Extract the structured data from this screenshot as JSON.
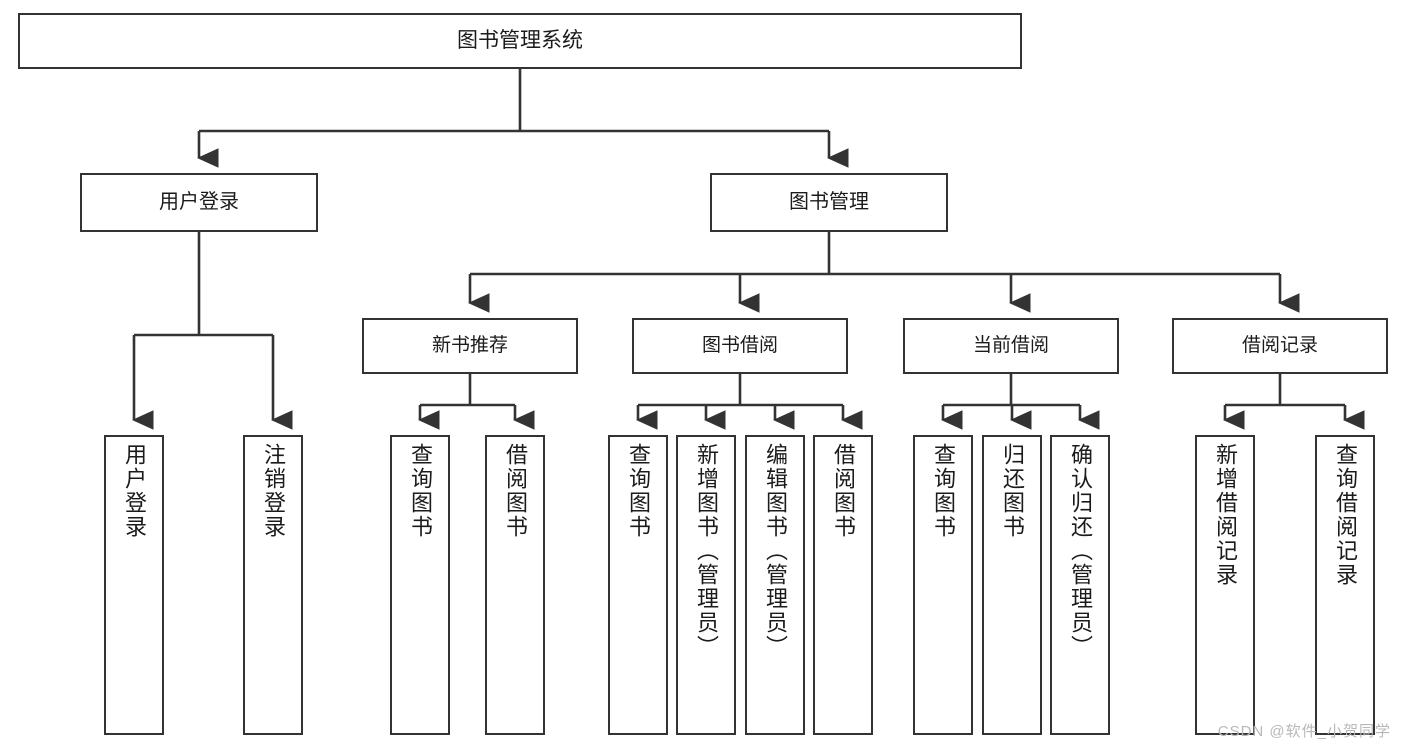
{
  "diagram": {
    "title_text": "图书管理系统",
    "type": "functional-decomposition-tree",
    "watermark": "CSDN @软件_小贺同学",
    "colors": {
      "border": "#333333",
      "background": "#ffffff",
      "text": "#1b1b1b",
      "watermark": "#b8b8b8"
    },
    "root": {
      "label": "图书管理系统"
    },
    "level1": [
      {
        "id": "user-login",
        "label": "用户登录"
      },
      {
        "id": "book-manage",
        "label": "图书管理"
      }
    ],
    "level2": [
      {
        "id": "new-book-rec",
        "label": "新书推荐"
      },
      {
        "id": "book-borrow",
        "label": "图书借阅"
      },
      {
        "id": "current-borrow",
        "label": "当前借阅"
      },
      {
        "id": "borrow-record",
        "label": "借阅记录"
      }
    ],
    "leaves": {
      "user_login": [
        {
          "id": "leaf-user-login",
          "label": "用户登录"
        },
        {
          "id": "leaf-logout-login",
          "label": "注销登录"
        }
      ],
      "new_book_rec": [
        {
          "id": "leaf-query-book-1",
          "label": "查询图书"
        },
        {
          "id": "leaf-borrow-book-1",
          "label": "借阅图书"
        }
      ],
      "book_borrow": [
        {
          "id": "leaf-query-book-2",
          "label": "查询图书"
        },
        {
          "id": "leaf-add-book",
          "label": "新增图书（管理员）"
        },
        {
          "id": "leaf-edit-book",
          "label": "编辑图书（管理员）"
        },
        {
          "id": "leaf-borrow-book-2",
          "label": "借阅图书"
        }
      ],
      "current_borrow": [
        {
          "id": "leaf-query-book-3",
          "label": "查询图书"
        },
        {
          "id": "leaf-return-book",
          "label": "归还图书"
        },
        {
          "id": "leaf-confirm-return",
          "label": "确认归还（管理员）"
        }
      ],
      "borrow_record": [
        {
          "id": "leaf-add-record",
          "label": "新增借阅记录"
        },
        {
          "id": "leaf-query-record",
          "label": "查询借阅记录"
        }
      ]
    }
  }
}
